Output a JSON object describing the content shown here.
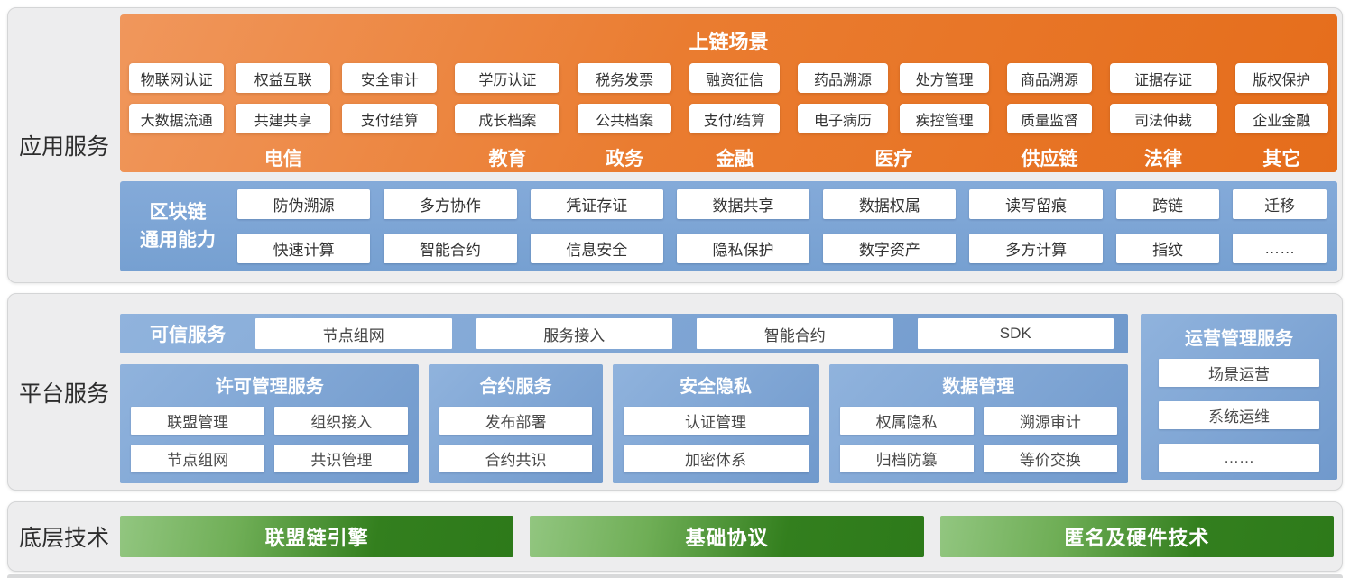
{
  "layers": {
    "application": {
      "label": "应用服务",
      "scenarios": {
        "title": "上链场景",
        "groups": [
          {
            "label": "电信",
            "row1": [
              "物联网认证",
              "权益互联",
              "安全审计"
            ],
            "row2": [
              "大数据流通",
              "共建共享",
              "支付结算"
            ]
          },
          {
            "label": "教育",
            "row1": [
              "学历认证"
            ],
            "row2": [
              "成长档案"
            ]
          },
          {
            "label": "政务",
            "row1": [
              "税务发票"
            ],
            "row2": [
              "公共档案"
            ]
          },
          {
            "label": "金融",
            "row1": [
              "融资征信"
            ],
            "row2": [
              "支付/结算"
            ]
          },
          {
            "label": "医疗",
            "row1": [
              "药品溯源",
              "处方管理"
            ],
            "row2": [
              "电子病历",
              "疾控管理"
            ]
          },
          {
            "label": "供应链",
            "row1": [
              "商品溯源"
            ],
            "row2": [
              "质量监督"
            ]
          },
          {
            "label": "法律",
            "row1": [
              "证据存证"
            ],
            "row2": [
              "司法仲裁"
            ]
          },
          {
            "label": "其它",
            "row1": [
              "版权保护"
            ],
            "row2": [
              "企业金融"
            ]
          }
        ]
      },
      "capabilities": {
        "label_line1": "区块链",
        "label_line2": "通用能力",
        "row1": [
          "防伪溯源",
          "多方协作",
          "凭证存证",
          "数据共享",
          "数据权属",
          "读写留痕",
          "跨链",
          "迁移"
        ],
        "row2": [
          "快速计算",
          "智能合约",
          "信息安全",
          "隐私保护",
          "数字资产",
          "多方计算",
          "指纹",
          "……"
        ]
      }
    },
    "platform": {
      "label": "平台服务",
      "trusted_services": {
        "title": "可信服务",
        "items": [
          "节点组网",
          "服务接入",
          "智能合约",
          "SDK"
        ]
      },
      "service_groups": [
        {
          "title": "许可管理服务",
          "items": [
            "联盟管理",
            "组织接入",
            "节点组网",
            "共识管理"
          ]
        },
        {
          "title": "合约服务",
          "items": [
            "发布部署",
            "合约共识"
          ]
        },
        {
          "title": "安全隐私",
          "items": [
            "认证管理",
            "加密体系"
          ]
        },
        {
          "title": "数据管理",
          "items": [
            "权属隐私",
            "溯源审计",
            "归档防篡",
            "等价交换"
          ]
        }
      ],
      "operation_management": {
        "title": "运营管理服务",
        "items": [
          "场景运营",
          "系统运维",
          "……"
        ]
      }
    },
    "technology": {
      "label": "底层技术",
      "items": [
        "联盟链引擎",
        "基础协议",
        "匿名及硬件技术"
      ]
    }
  },
  "colors": {
    "orange_gradient_start": "#f0975c",
    "orange_gradient_end": "#e56d1b",
    "blue_band": "#7ba4d4",
    "blue_box_gradient_start": "#90b3dd",
    "blue_box_gradient_end": "#7099cc",
    "green_gradient_start": "#92c680",
    "green_gradient_end": "#2d7a1a",
    "panel_background": "#ededee"
  }
}
